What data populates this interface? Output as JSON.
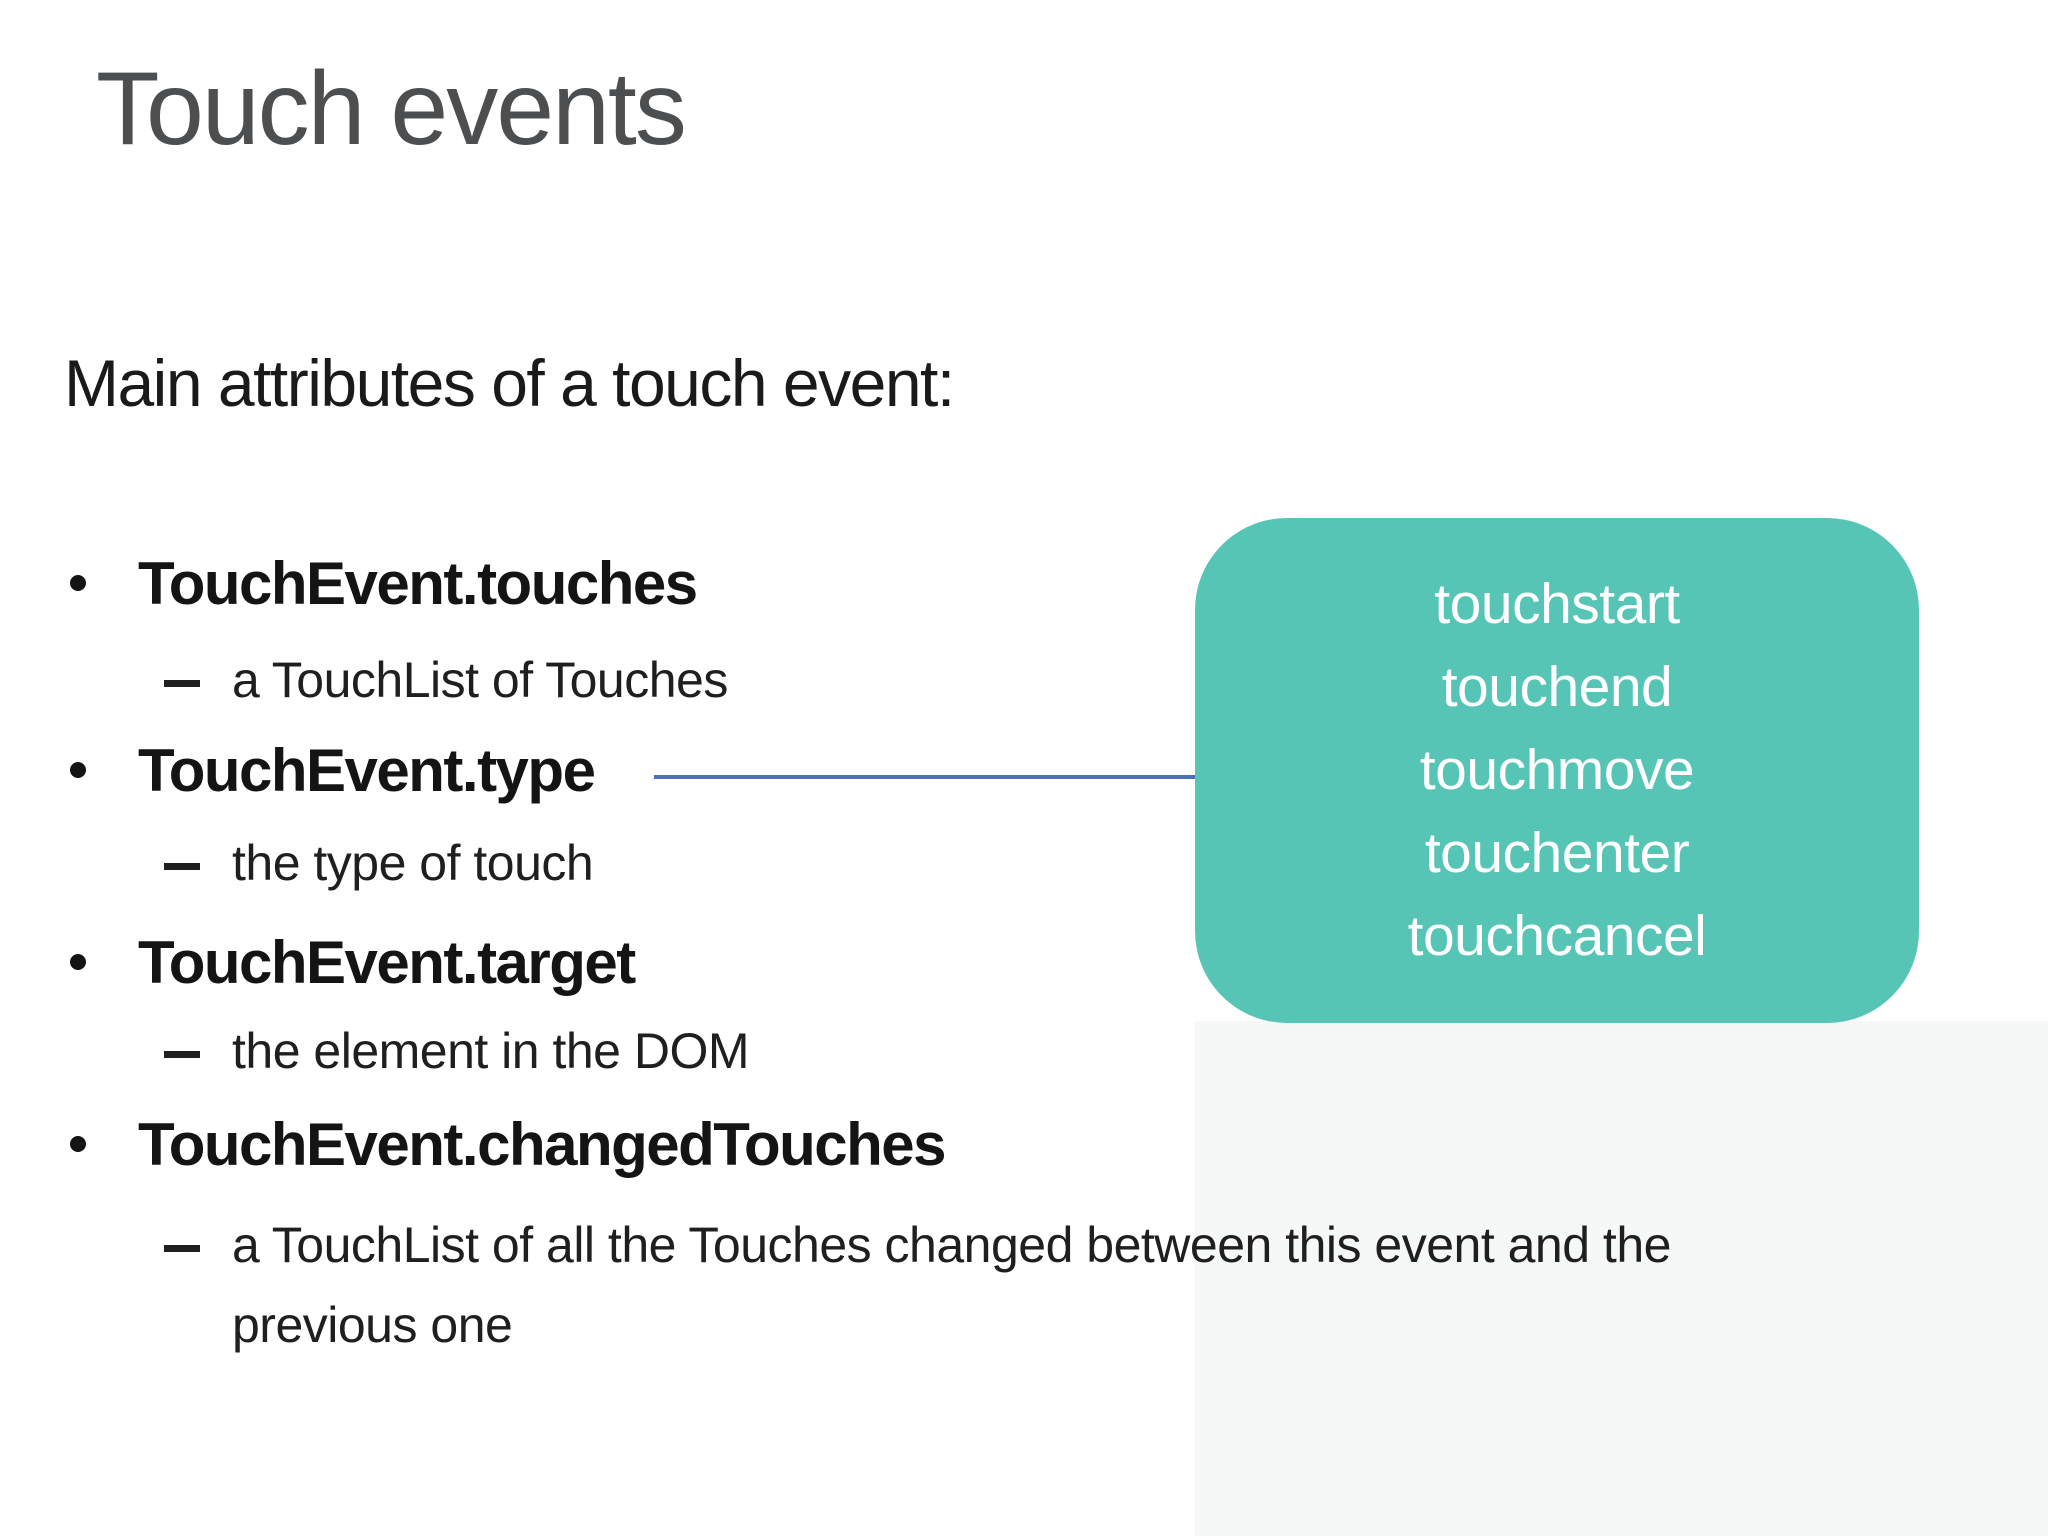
{
  "slide": {
    "title": "Touch events",
    "intro": "Main attributes of a touch event:",
    "bullets": [
      {
        "label": "TouchEvent.touches",
        "sub": "a TouchList of Touches"
      },
      {
        "label": "TouchEvent.type",
        "sub": "the type of touch"
      },
      {
        "label": "TouchEvent.target",
        "sub": "the element in the DOM"
      },
      {
        "label": "TouchEvent.changedTouches",
        "sub": "a TouchList of all the Touches changed between this event and the\nprevious one"
      }
    ],
    "callout": {
      "events": [
        "touchstart",
        "touchend",
        "touchmove",
        "touchenter",
        "touchcancel"
      ],
      "bg_color": "#57c5b6",
      "text_color": "#ffffff"
    },
    "connector_color": "#4c6fb5"
  }
}
